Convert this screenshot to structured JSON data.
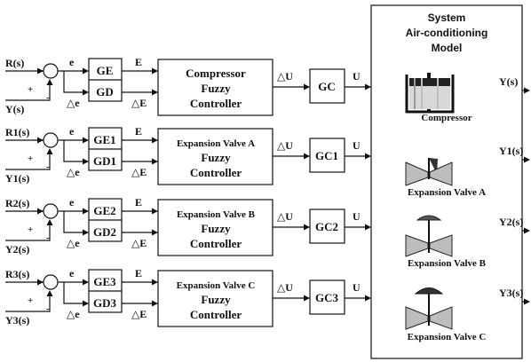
{
  "rows": [
    {
      "ref": "R(s)",
      "fb": "Y(s)",
      "sign_plus": "+",
      "sign_minus": "-",
      "e": "e",
      "de": "△e",
      "g1": "GE",
      "g2": "GD",
      "E": "E",
      "dE": "△E",
      "ctrl": [
        "Compressor",
        "Fuzzy",
        "Controller"
      ],
      "dU": "△U",
      "gc": "GC",
      "U": "U",
      "out": "Y(s)",
      "device": "Compressor"
    },
    {
      "ref": "R1(s)",
      "fb": "Y1(s)",
      "sign_plus": "+",
      "sign_minus": "-",
      "e": "e",
      "de": "△e",
      "g1": "GE1",
      "g2": "GD1",
      "E": "E",
      "dE": "△E",
      "ctrl": [
        "Expansion Valve A",
        "Fuzzy",
        "Controller"
      ],
      "dU": "△U",
      "gc": "GC1",
      "U": "U",
      "out": "Y1(s)",
      "device": "Expansion Valve A"
    },
    {
      "ref": "R2(s)",
      "fb": "Y2(s)",
      "sign_plus": "+",
      "sign_minus": "-",
      "e": "e",
      "de": "△e",
      "g1": "GE2",
      "g2": "GD2",
      "E": "E",
      "dE": "△E",
      "ctrl": [
        "Expansion Valve B",
        "Fuzzy",
        "Controller"
      ],
      "dU": "△U",
      "gc": "GC2",
      "U": "U",
      "out": "Y2(s)",
      "device": "Expansion Valve B"
    },
    {
      "ref": "R3(s)",
      "fb": "Y3(s)",
      "sign_plus": "+",
      "sign_minus": "-",
      "e": "e",
      "de": "△e",
      "g1": "GE3",
      "g2": "GD3",
      "E": "E",
      "dE": "△E",
      "ctrl": [
        "Expansion Valve C",
        "Fuzzy",
        "Controller"
      ],
      "dU": "△U",
      "gc": "GC3",
      "U": "U",
      "out": "Y3(s)",
      "device": "Expansion Valve C"
    }
  ],
  "model_title": [
    "System",
    "Air-conditioning",
    "Model"
  ]
}
